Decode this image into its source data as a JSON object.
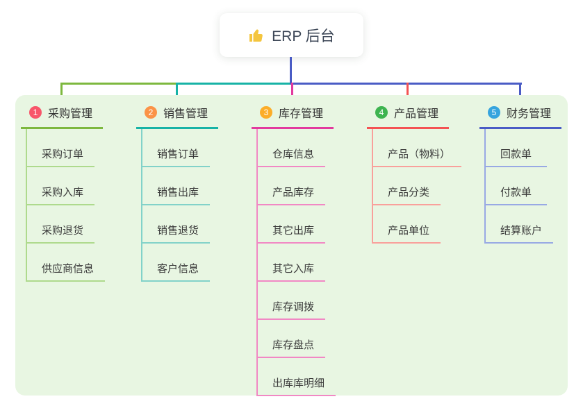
{
  "root": {
    "title": "ERP 后台",
    "icon": "thumbs-up-icon",
    "icon_color": "#f4c53e",
    "stem_color": "#4a5cc5"
  },
  "branches": [
    {
      "index": "1",
      "title": "采购管理",
      "badge_color": "#f8566a",
      "line_color": "#7db83e",
      "child_line_color": "#aeda8d",
      "children": [
        "采购订单",
        "采购入库",
        "采购退货",
        "供应商信息"
      ]
    },
    {
      "index": "2",
      "title": "销售管理",
      "badge_color": "#fb9347",
      "line_color": "#17b3a6",
      "child_line_color": "#82d2c9",
      "children": [
        "销售订单",
        "销售出库",
        "销售退货",
        "客户信息"
      ]
    },
    {
      "index": "3",
      "title": "库存管理",
      "badge_color": "#fcad28",
      "line_color": "#e23a9e",
      "child_line_color": "#f188c4",
      "children": [
        "仓库信息",
        "产品库存",
        "其它出库",
        "其它入库",
        "库存调拨",
        "库存盘点",
        "出库库明细"
      ]
    },
    {
      "index": "4",
      "title": "产品管理",
      "badge_color": "#3eb450",
      "line_color": "#f45353",
      "child_line_color": "#f9a09b",
      "children": [
        "产品（物料）",
        "产品分类",
        "产品单位"
      ]
    },
    {
      "index": "5",
      "title": "财务管理",
      "badge_color": "#36a4de",
      "line_color": "#4a5cc5",
      "child_line_color": "#98a9e4",
      "children": [
        "回款单",
        "付款单",
        "结算账户"
      ]
    }
  ],
  "panel_color": "#e8f6e2"
}
